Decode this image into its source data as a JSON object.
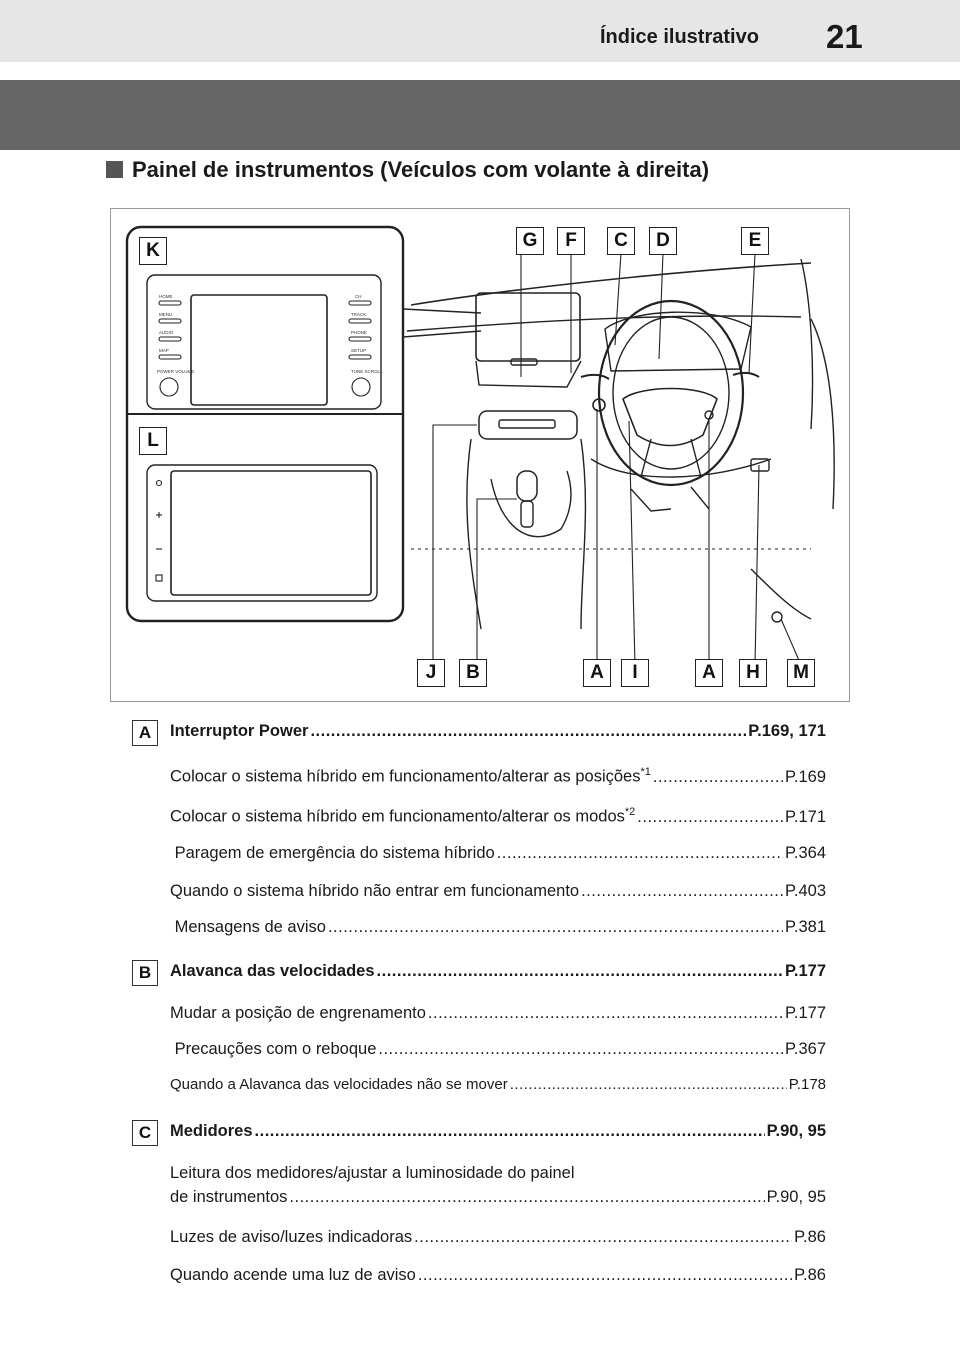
{
  "header": {
    "section": "Índice ilustrativo",
    "page_number": "21"
  },
  "section_title": "Painel de instrumentos (Veículos com volante à direita)",
  "callouts": {
    "top": [
      "G",
      "F",
      "C",
      "D",
      "E"
    ],
    "bottom": [
      "J",
      "B",
      "A",
      "I",
      "A",
      "H",
      "M"
    ],
    "inset": [
      "K",
      "L"
    ]
  },
  "audio_unit_buttons": {
    "left": [
      "HOME",
      "MENU",
      "AUDIO",
      "MAP",
      "POWER VOLUME"
    ],
    "right": [
      "CH",
      "TRACK",
      "PHONE",
      "SETUP",
      "TUNE SCROLL"
    ]
  },
  "entries": [
    {
      "label": "A",
      "title": "Interruptor Power",
      "title_page": "P.169, 171",
      "items": [
        {
          "text": "Colocar o sistema híbrido em funcionamento/alterar as posições",
          "note": "*1",
          "page": "P.169"
        },
        {
          "text": "Colocar o sistema híbrido em funcionamento/alterar os modos",
          "note": "*2",
          "page": "P.171"
        },
        {
          "text": " Paragem de emergência do sistema híbrido",
          "page": "P.364"
        },
        {
          "text": "Quando o sistema híbrido não entrar em funcionamento",
          "page": "P.403"
        },
        {
          "text": " Mensagens de aviso",
          "page": "P.381"
        }
      ]
    },
    {
      "label": "B",
      "title": "Alavanca das velocidades",
      "title_page": "P.177",
      "items": [
        {
          "text": "Mudar a posição de engrenamento",
          "page": "P.177"
        },
        {
          "text": " Precauções com o reboque",
          "page": "P.367"
        },
        {
          "text": "Quando a Alavanca das velocidades não se mover",
          "page": "P.178"
        }
      ]
    },
    {
      "label": "C",
      "title": "Medidores",
      "title_page": "P.90, 95",
      "items": [
        {
          "text": "Leitura dos medidores/ajustar a luminosidade do painel"
        },
        {
          "text": "de instrumentos",
          "page": "P.90, 95"
        },
        {
          "text": "Luzes de aviso/luzes indicadoras",
          "page": "P.86"
        },
        {
          "text": "Quando acende uma luz de aviso",
          "page": "P.86"
        }
      ]
    }
  ]
}
